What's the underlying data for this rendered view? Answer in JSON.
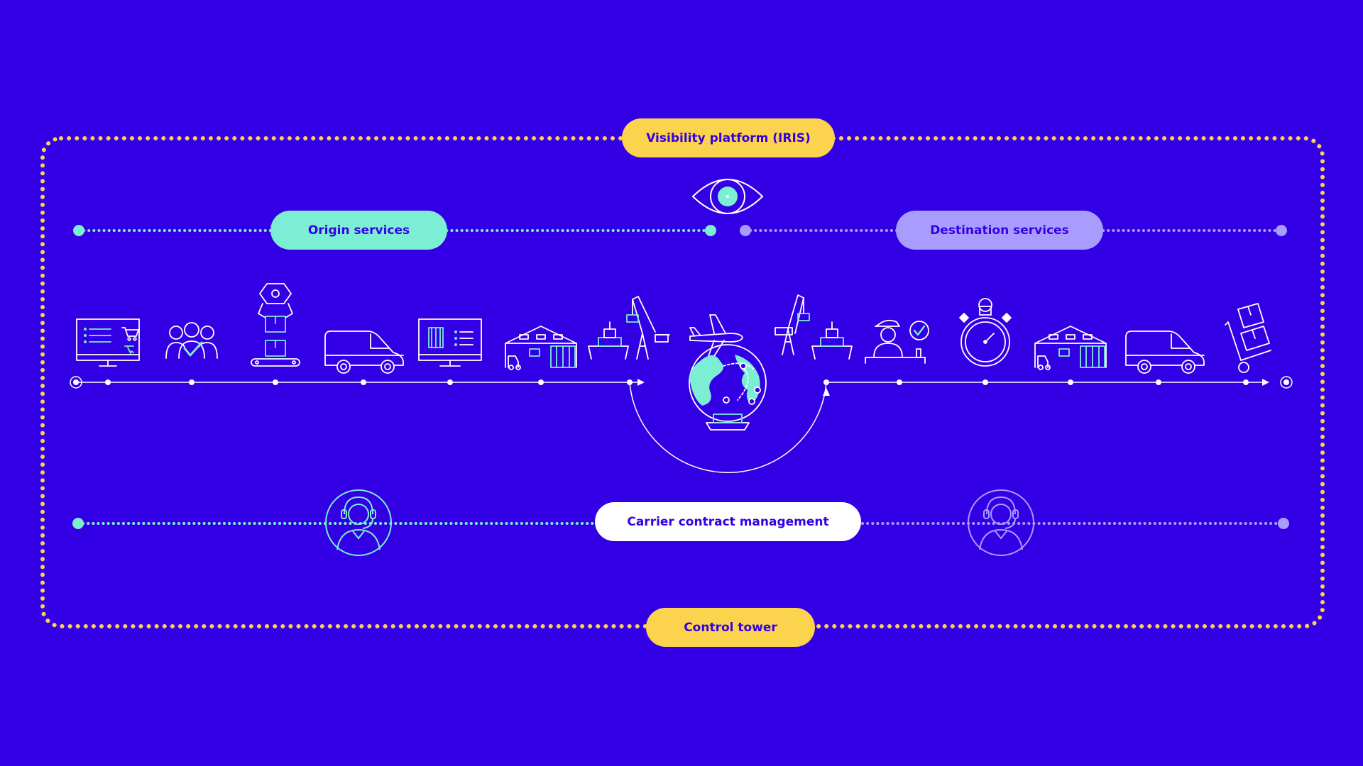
{
  "labels": {
    "visibility_platform": "Visibility platform (IRIS)",
    "origin_services": "Origin services",
    "destination_services": "Destination services",
    "carrier_contract_management": "Carrier contract management",
    "control_tower": "Control tower"
  },
  "colors": {
    "background": "#3300e6",
    "yellow": "#fbd34d",
    "teal": "#7beed3",
    "lavender": "#a89cff",
    "white": "#ffffff"
  },
  "icons": {
    "origin": [
      "online-order-monitor-icon",
      "team-approval-icon",
      "robotic-arm-packing-icon",
      "delivery-van-icon",
      "inventory-monitor-icon",
      "warehouse-icon",
      "cargo-ship-crane-icon"
    ],
    "middle": [
      "airplane-icon",
      "globe-icon"
    ],
    "destination": [
      "port-crane-ship-icon",
      "customs-officer-icon",
      "stopwatch-icon",
      "warehouse-icon",
      "delivery-van-icon",
      "hand-truck-boxes-icon"
    ],
    "support": [
      "customer-support-agent-icon",
      "customer-support-agent-icon"
    ],
    "top": [
      "eye-icon"
    ]
  }
}
